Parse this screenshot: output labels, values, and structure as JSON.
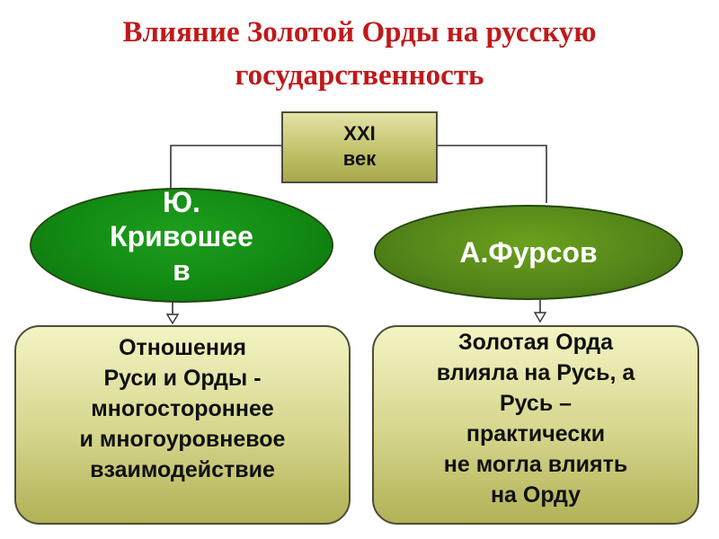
{
  "title": {
    "line1": "Влияние Золотой Орды на русскую",
    "line2": "государственность"
  },
  "century": {
    "line1": "XXI",
    "line2": "век"
  },
  "authors": {
    "left": [
      "Ю.",
      "Кривошее",
      "в"
    ],
    "right": "А.Фурсов"
  },
  "opinions": {
    "left": [
      "Отношения",
      "Руси и Орды  -",
      "многостороннее",
      "и многоуровневое",
      "взаимодействие"
    ],
    "right": [
      "Золотая Орда",
      "влияла на Русь, а",
      "Русь –",
      "практически",
      "не могла влиять",
      "на Орду"
    ]
  },
  "colors": {
    "title": "#c0191a",
    "oval_left": "#128a12",
    "oval_right": "#55861a",
    "box_fill": "#d5d58c"
  }
}
